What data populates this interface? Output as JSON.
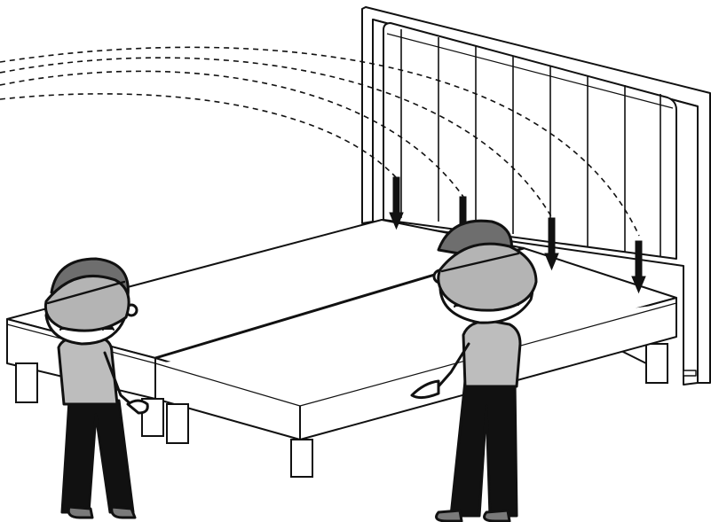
{
  "illustration": {
    "kind": "assembly-instruction",
    "colors": {
      "outline": "#111111",
      "fill": "#ffffff",
      "hat_dark": "#6e6e6e",
      "hat_light": "#b4b4b4",
      "shirt": "#bdbdbd",
      "pants": "#111111",
      "shoes": "#7a7a7a"
    },
    "objects": [
      "headboard",
      "bed-base-left",
      "bed-base-right",
      "bed-legs",
      "person-left",
      "person-right"
    ],
    "arrows": {
      "count": 4,
      "style": "dashed-arc-to-down-arrow"
    }
  }
}
